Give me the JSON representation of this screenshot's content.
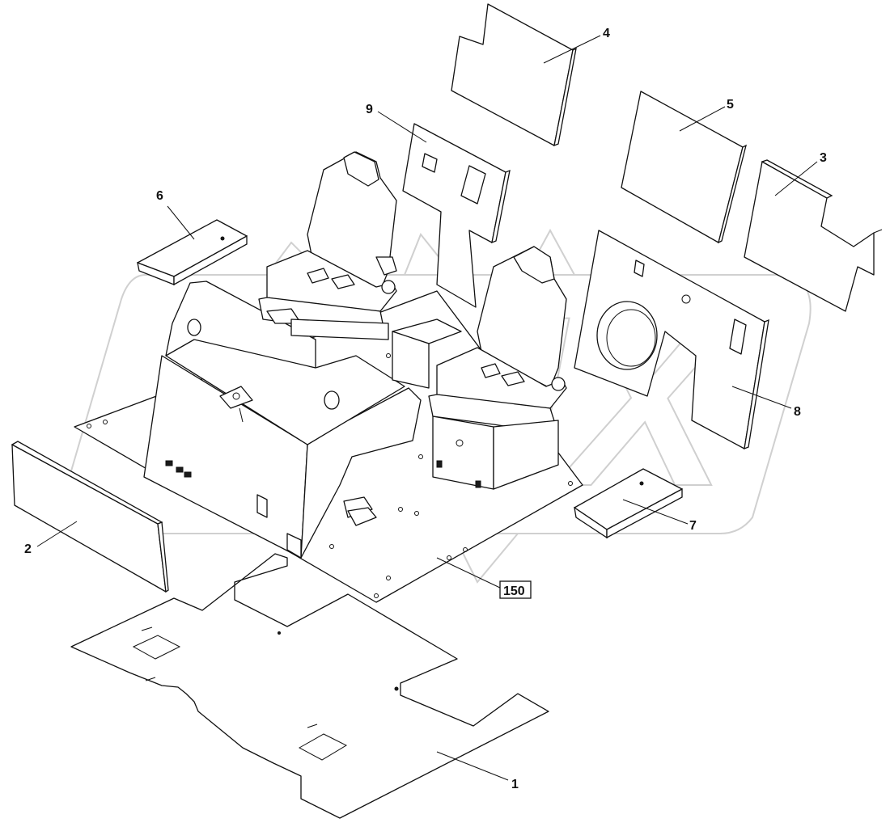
{
  "diagram": {
    "type": "exploded parts diagram",
    "callouts": [
      {
        "id": "c1",
        "label": "1"
      },
      {
        "id": "c2",
        "label": "2"
      },
      {
        "id": "c3",
        "label": "3"
      },
      {
        "id": "c4",
        "label": "4"
      },
      {
        "id": "c5",
        "label": "5"
      },
      {
        "id": "c6",
        "label": "6"
      },
      {
        "id": "c7",
        "label": "7"
      },
      {
        "id": "c8",
        "label": "8"
      },
      {
        "id": "c9",
        "label": "9"
      }
    ],
    "reference_box": {
      "label": "150"
    },
    "watermark": {
      "text": "OMX"
    },
    "colors": {
      "line": "#111111",
      "background": "#ffffff",
      "watermark": "#cfcfcf"
    }
  }
}
